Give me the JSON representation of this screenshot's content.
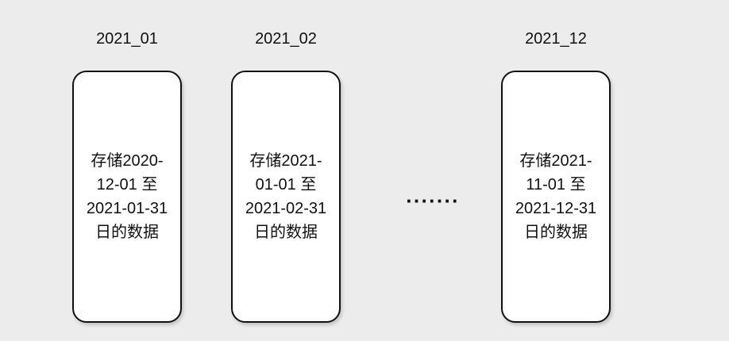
{
  "tables": [
    {
      "name": "2021_01",
      "content": "存储2020-\n12-01 至\n2021-01-31\n日的数据"
    },
    {
      "name": "2021_02",
      "content": "存储2021-\n01-01 至\n2021-02-31\n日的数据"
    },
    {
      "name": "2021_12",
      "content": "存储2021-\n11-01 至\n2021-12-31\n日的数据"
    }
  ],
  "ellipsis": "·······"
}
